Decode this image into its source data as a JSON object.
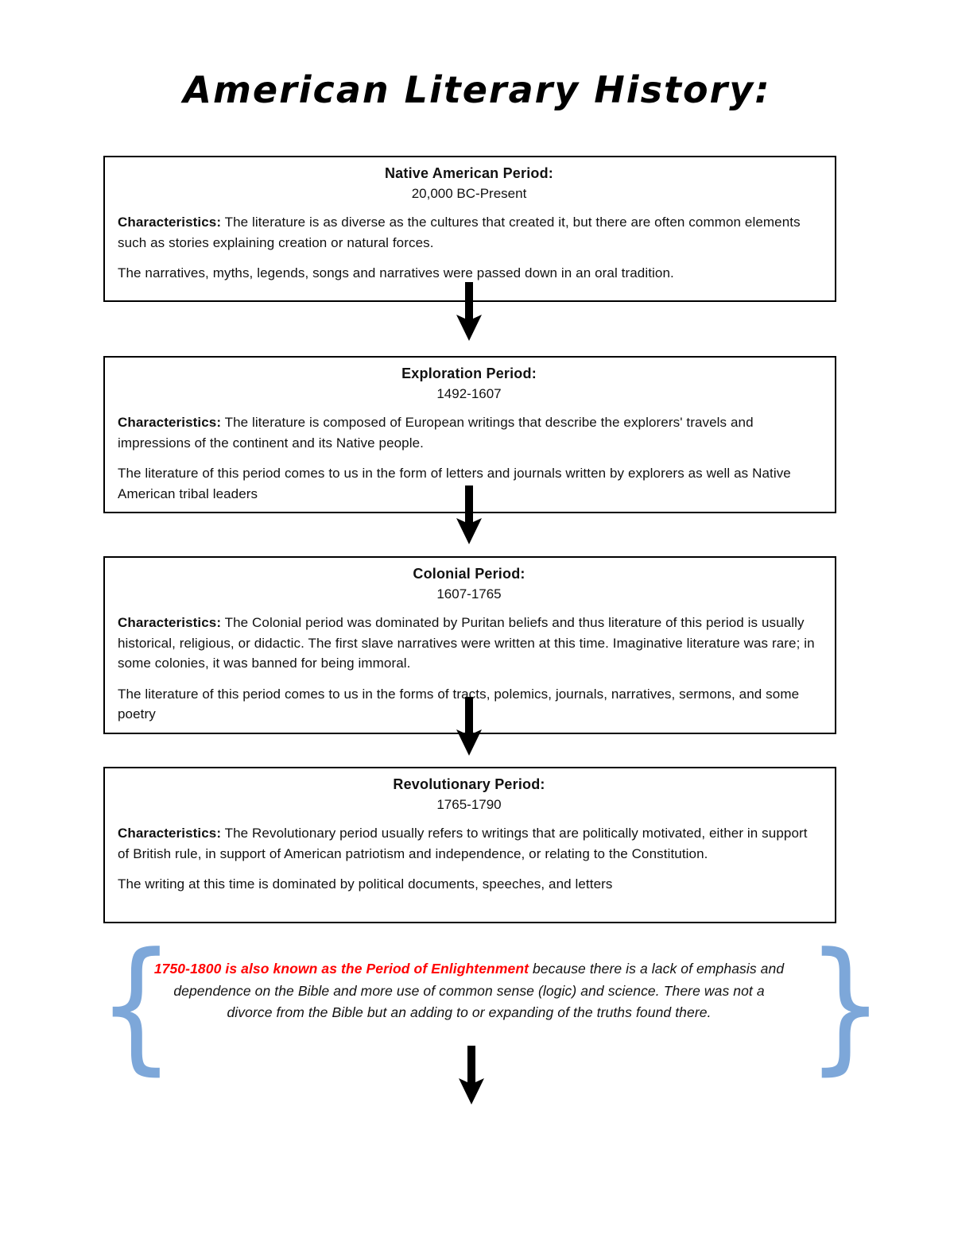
{
  "title": "American Literary History:",
  "periods": [
    {
      "name": "Native American Period:",
      "dates": "20,000 BC-Present",
      "characteristics_label": "Characteristics:",
      "characteristics": "The literature is as diverse as the cultures that created it, but there are often common elements such as stories explaining creation or natural forces.",
      "forms": "The narratives, myths, legends, songs and narratives were passed down in an oral tradition."
    },
    {
      "name": "Exploration Period:",
      "dates": "1492-1607",
      "characteristics_label": "Characteristics:",
      "characteristics": "The literature is composed of European writings that describe the explorers' travels and impressions of the continent and its Native people.",
      "forms": "The literature of this period comes to us in the form of letters and journals written by explorers as well as Native American tribal leaders"
    },
    {
      "name": "Colonial Period:",
      "dates": "1607-1765",
      "characteristics_label": "Characteristics:",
      "characteristics": "The Colonial period was dominated by Puritan beliefs and thus literature of this period is usually historical, religious, or didactic. The first slave narratives were written at this time. Imaginative literature was rare; in some colonies, it was banned for being immoral.",
      "forms": "The literature of this period comes to us in the forms of tracts, polemics, journals, narratives, sermons, and some poetry"
    },
    {
      "name": "Revolutionary Period:",
      "dates": "1765-1790",
      "characteristics_label": "Characteristics:",
      "characteristics": "The Revolutionary period usually refers to writings that are politically motivated, either in support of British rule, in support of American patriotism and independence, or relating to the Constitution.",
      "forms": "The writing at this time is dominated by political documents, speeches, and letters"
    }
  ],
  "note": {
    "highlight": "1750-1800 is also known as the Period of Enlightenment",
    "rest": " because there is a lack of emphasis and dependence on the Bible and more use of common sense (logic) and science.  There was not a divorce from the Bible but an adding to or expanding of the truths found there.",
    "highlight_color": "#ff0000",
    "brace_color": "#7da7d9",
    "brace_left": "{",
    "brace_right": "}"
  },
  "icons": {
    "down_arrow": "down-arrow-icon"
  },
  "colors": {
    "box_border": "#000000",
    "text": "#111111",
    "background": "#ffffff"
  }
}
